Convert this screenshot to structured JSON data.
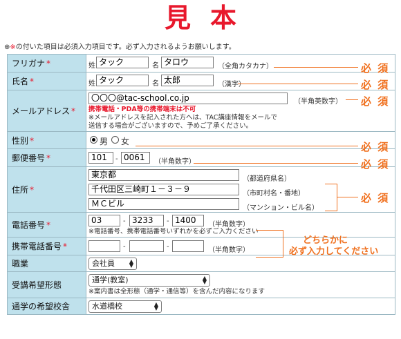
{
  "header": {
    "title_chars": [
      "見",
      "本"
    ]
  },
  "notice": {
    "mark": "※",
    "prefix": "⊕",
    "text": "の付いた項目は必須入力項目です。必ず入力されるようお願いします。"
  },
  "required_mark": "*",
  "required_annotation": "必 須",
  "either_annotation": [
    "どちらかに",
    "必ず入力してください"
  ],
  "form": {
    "furigana": {
      "label": "フリガナ",
      "sei_label": "姓",
      "sei_value": "タック",
      "mei_label": "名",
      "mei_value": "タロウ",
      "hint": "（全角カタカナ）"
    },
    "name": {
      "label": "氏名",
      "sei_label": "姓",
      "sei_value": "タック",
      "mei_label": "名",
      "mei_value": "太郎",
      "hint": "（漢字）"
    },
    "email": {
      "label": "メールアドレス",
      "value": "〇〇〇@tac-school.co.jp",
      "hint": "（半角英数字）",
      "warning": "携帯電話・PDA等の携帯端末は不可",
      "note_1": "※メールアドレスを記入された方へは、TAC講座情報をメールで",
      "note_2": "送信する場合がございますので、予めご了承ください。"
    },
    "gender": {
      "label": "性別",
      "male": "男",
      "female": "女",
      "selected": "male"
    },
    "postal": {
      "label": "郵便番号",
      "part1": "101",
      "sep": "-",
      "part2": "0061",
      "hint": "（半角数字）"
    },
    "address": {
      "label": "住所",
      "pref": "東京都",
      "pref_hint": "（都道府県名）",
      "city": "千代田区三崎町１－３－９",
      "city_hint": "（市町村名・番地）",
      "bldg": "ＭＣビル",
      "bldg_hint": "（マンション・ビル名）"
    },
    "phone": {
      "label": "電話番号",
      "p1": "03",
      "p2": "3233",
      "p3": "1400",
      "sep": "-",
      "hint": "（半角数字）",
      "note": "※電話番号、携帯電話番号いずれかを必ずご入力ください"
    },
    "mobile": {
      "label": "携帯電話番号",
      "p1": "",
      "p2": "",
      "p3": "",
      "sep": "-",
      "hint": "（半角数字）"
    },
    "job": {
      "label": "職業",
      "selected": "会社員"
    },
    "format": {
      "label": "受講希望形態",
      "selected": "通学(教室)",
      "note": "※案内書は全形態（通学・通信等）を含んだ内容になります"
    },
    "campus": {
      "label": "通学の希望校舎",
      "selected": "水道橋校"
    }
  }
}
